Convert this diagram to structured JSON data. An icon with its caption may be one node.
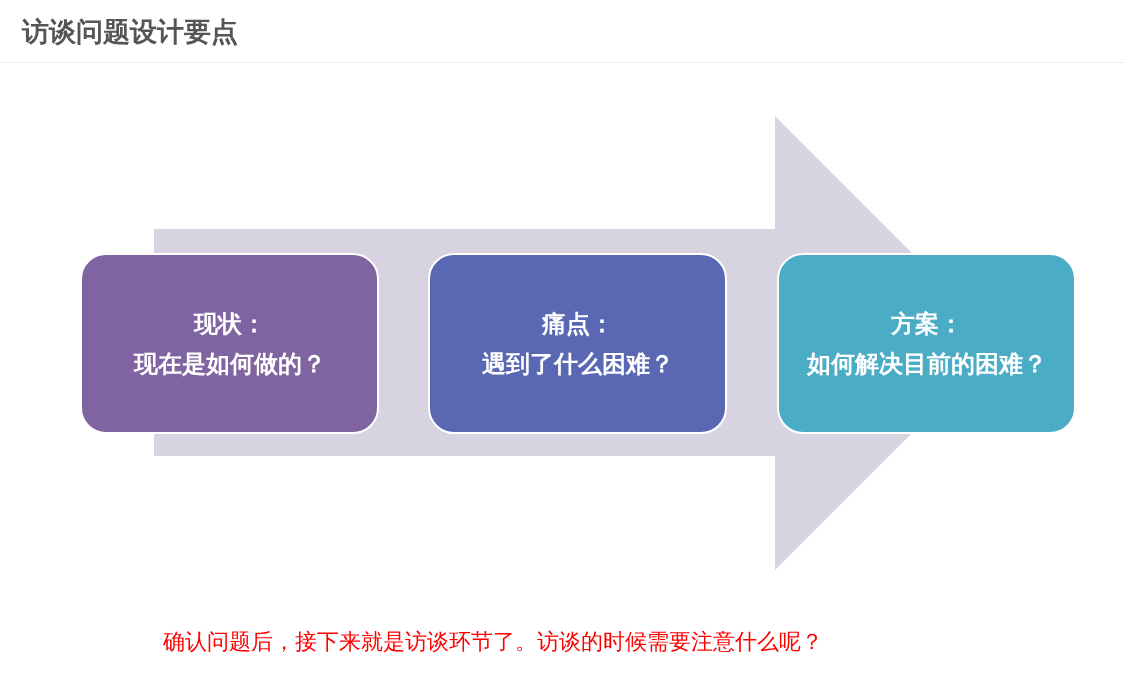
{
  "diagram": {
    "title": "访谈问题设计要点",
    "nodes": [
      {
        "text": [
          "现状：",
          "现在是如何做的？"
        ]
      },
      {
        "text": [
          "痛点：",
          "遇到了什么困难？"
        ]
      },
      {
        "text": [
          "方案：",
          "如何解决目前的困难？"
        ]
      }
    ],
    "edges": [
      {
        "from": 0,
        "to": 2,
        "arrow": "to"
      }
    ],
    "labels": [
      "确认问题后，接下来就是访谈环节了。访谈的时候需要注意什么呢？"
    ]
  }
}
